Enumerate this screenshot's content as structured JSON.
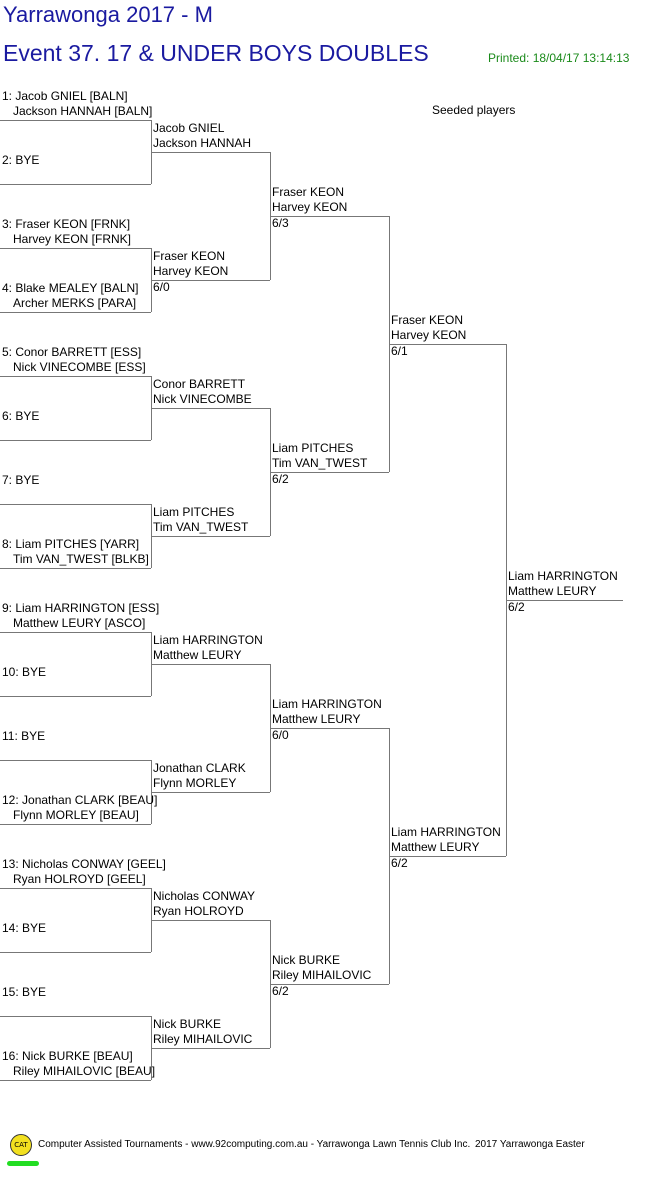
{
  "header": {
    "title": "Yarrawonga 2017 - M",
    "event": "Event 37. 17 & UNDER BOYS DOUBLES",
    "printed": "Printed: 18/04/17 13:14:13",
    "seeded_label": "Seeded players"
  },
  "round1": [
    {
      "a": "1: Jacob GNIEL [BALN]",
      "b": "Jackson HANNAH [BALN]"
    },
    {
      "a": "2: BYE",
      "b": ""
    },
    {
      "a": "3: Fraser KEON [FRNK]",
      "b": "Harvey KEON [FRNK]"
    },
    {
      "a": "4: Blake MEALEY [BALN]",
      "b": "Archer MERKS [PARA]"
    },
    {
      "a": "5: Conor BARRETT [ESS]",
      "b": "Nick VINECOMBE [ESS]"
    },
    {
      "a": "6: BYE",
      "b": ""
    },
    {
      "a": "7: BYE",
      "b": ""
    },
    {
      "a": "8: Liam PITCHES [YARR]",
      "b": "Tim VAN_TWEST [BLKB]"
    },
    {
      "a": "9: Liam HARRINGTON [ESS]",
      "b": "Matthew LEURY [ASCO]"
    },
    {
      "a": "10: BYE",
      "b": ""
    },
    {
      "a": "11: BYE",
      "b": ""
    },
    {
      "a": "12: Jonathan CLARK [BEAU]",
      "b": "Flynn MORLEY [BEAU]"
    },
    {
      "a": "13: Nicholas CONWAY [GEEL]",
      "b": "Ryan HOLROYD [GEEL]"
    },
    {
      "a": "14: BYE",
      "b": ""
    },
    {
      "a": "15: BYE",
      "b": ""
    },
    {
      "a": "16: Nick BURKE [BEAU]",
      "b": "Riley MIHAILOVIC [BEAU]"
    }
  ],
  "round2": [
    {
      "a": "Jacob GNIEL",
      "b": "Jackson HANNAH",
      "score": ""
    },
    {
      "a": "Fraser KEON",
      "b": "Harvey KEON",
      "score": "6/0"
    },
    {
      "a": "Conor BARRETT",
      "b": "Nick VINECOMBE",
      "score": ""
    },
    {
      "a": "Liam PITCHES",
      "b": "Tim VAN_TWEST",
      "score": ""
    },
    {
      "a": "Liam HARRINGTON",
      "b": "Matthew LEURY",
      "score": ""
    },
    {
      "a": "Jonathan CLARK",
      "b": "Flynn MORLEY",
      "score": ""
    },
    {
      "a": "Nicholas CONWAY",
      "b": "Ryan HOLROYD",
      "score": ""
    },
    {
      "a": "Nick BURKE",
      "b": "Riley MIHAILOVIC",
      "score": ""
    }
  ],
  "round3": [
    {
      "a": "Fraser KEON",
      "b": "Harvey KEON",
      "score": "6/3"
    },
    {
      "a": "Liam PITCHES",
      "b": "Tim VAN_TWEST",
      "score": "6/2"
    },
    {
      "a": "Liam HARRINGTON",
      "b": "Matthew LEURY",
      "score": "6/0"
    },
    {
      "a": "Nick BURKE",
      "b": "Riley MIHAILOVIC",
      "score": "6/2"
    }
  ],
  "round4": [
    {
      "a": "Fraser KEON",
      "b": "Harvey KEON",
      "score": "6/1"
    },
    {
      "a": "Liam HARRINGTON",
      "b": "Matthew LEURY",
      "score": "6/2"
    }
  ],
  "final": [
    {
      "a": "Liam HARRINGTON",
      "b": "Matthew LEURY",
      "score": "6/2"
    }
  ],
  "footer": {
    "logo_text": "CAT",
    "text": "Computer Assisted Tournaments - www.92computing.com.au -  Yarrawonga Lawn Tennis Club Inc.",
    "event_name": "2017 Yarrawonga Easter"
  }
}
